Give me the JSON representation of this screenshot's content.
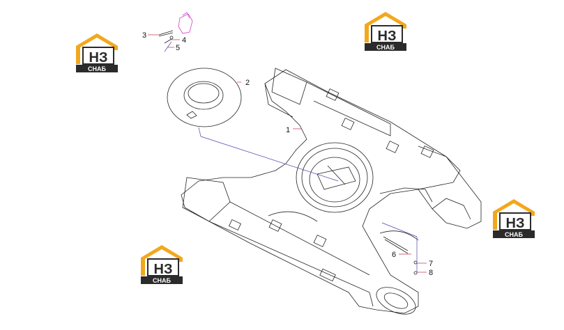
{
  "colors": {
    "logo_orange": "#f2a81d",
    "logo_dark": "#2b2b2b",
    "leader_blue": "#4a46a8",
    "leader_red": "#c0304a",
    "highlight_magenta": "#d040c8",
    "line": "#222222"
  },
  "callouts": [
    {
      "label": "1"
    },
    {
      "label": "2"
    },
    {
      "label": "3"
    },
    {
      "label": "4"
    },
    {
      "label": "5"
    },
    {
      "label": "6"
    },
    {
      "label": "7"
    },
    {
      "label": "8"
    }
  ],
  "watermark": {
    "mark": "НЗ",
    "caption": "СНАБ"
  }
}
